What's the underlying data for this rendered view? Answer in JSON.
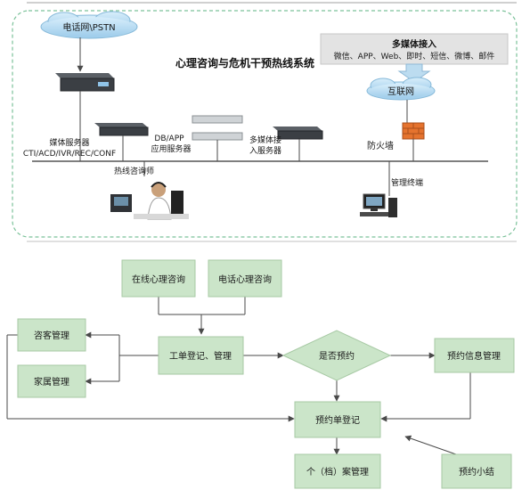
{
  "system": {
    "title": "心理咨询与危机干预热线系统",
    "pstn_cloud": "电话网\\PSTN",
    "internet_cloud": "互联网",
    "multimedia_title": "多媒体接入",
    "multimedia_channels": "微信、APP、Web、即时、短信、微博、邮件",
    "media_server_label_1": "媒体服务器",
    "media_server_label_2": "CTI/ACD/IVR/REC/CONF",
    "db_server_label_1": "DB/APP",
    "db_server_label_2": "应用服务器",
    "mm_server_label_1": "多媒体接",
    "mm_server_label_2": "入服务器",
    "firewall_label": "防火墙",
    "counselor_label": "热线咨询师",
    "terminal_label": "管理终端"
  },
  "flow": {
    "online_consult": "在线心理咨询",
    "phone_consult": "电话心理咨询",
    "client_mgmt": "咨客管理",
    "family_mgmt": "家属管理",
    "ticket_register": "工单登记、管理",
    "is_appointment": "是否预约",
    "appointment_info": "预约信息管理",
    "appointment_register": "预约单登记",
    "case_mgmt": "个（档）案管理",
    "appointment_summary": "预约小结"
  },
  "colors": {
    "box_fill": "#cbe5c9",
    "cloud_fill": "#b9dcf2",
    "panel_border": "#7cc29a",
    "firewall": "#e5732e"
  }
}
